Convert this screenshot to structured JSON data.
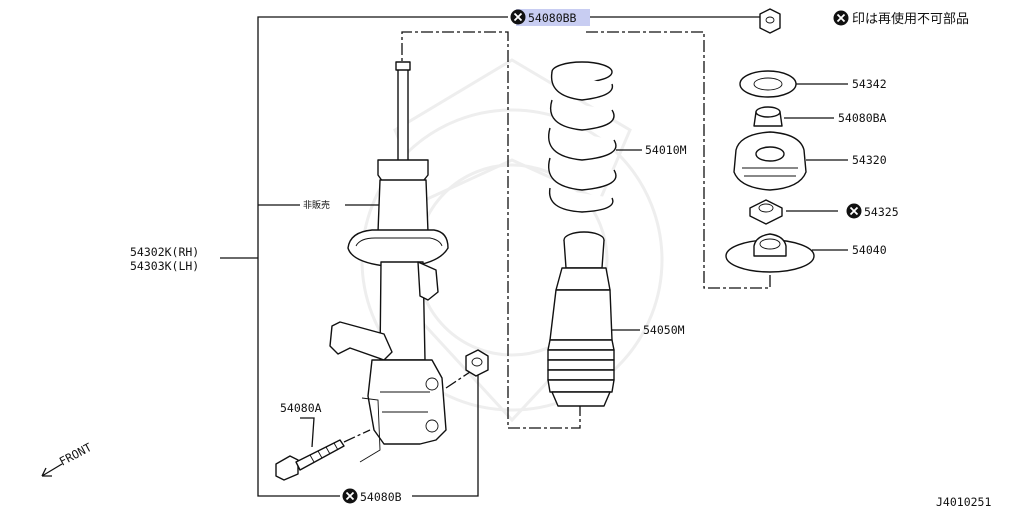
{
  "diagram": {
    "legend_note": "印は再使用不可部品",
    "drawing_code": "J4010251",
    "direction_label": "FRONT",
    "not_sold_label": "非販売",
    "parts": [
      {
        "key": "nut_top",
        "number": "54080BB",
        "non_reusable": true,
        "highlighted": true
      },
      {
        "key": "seat",
        "number": "54342",
        "non_reusable": false
      },
      {
        "key": "bushing",
        "number": "54080BA",
        "non_reusable": false
      },
      {
        "key": "mount_insulator",
        "number": "54320",
        "non_reusable": false
      },
      {
        "key": "nut_mount",
        "number": "54325",
        "non_reusable": true
      },
      {
        "key": "spring_seat",
        "number": "54040",
        "non_reusable": false
      },
      {
        "key": "coil_spring",
        "number": "54010M",
        "non_reusable": false
      },
      {
        "key": "bound_bumper",
        "number": "54050M",
        "non_reusable": false
      },
      {
        "key": "bolt",
        "number": "54080A",
        "non_reusable": false
      },
      {
        "key": "nut_bottom",
        "number": "54080B",
        "non_reusable": true
      },
      {
        "key": "strut_rh",
        "number": "54302K(RH)",
        "non_reusable": false
      },
      {
        "key": "strut_lh",
        "number": "54303K(LH)",
        "non_reusable": false
      }
    ],
    "icons": {
      "non_reusable": "x-circle-icon",
      "direction": "arrow-front-icon"
    }
  }
}
